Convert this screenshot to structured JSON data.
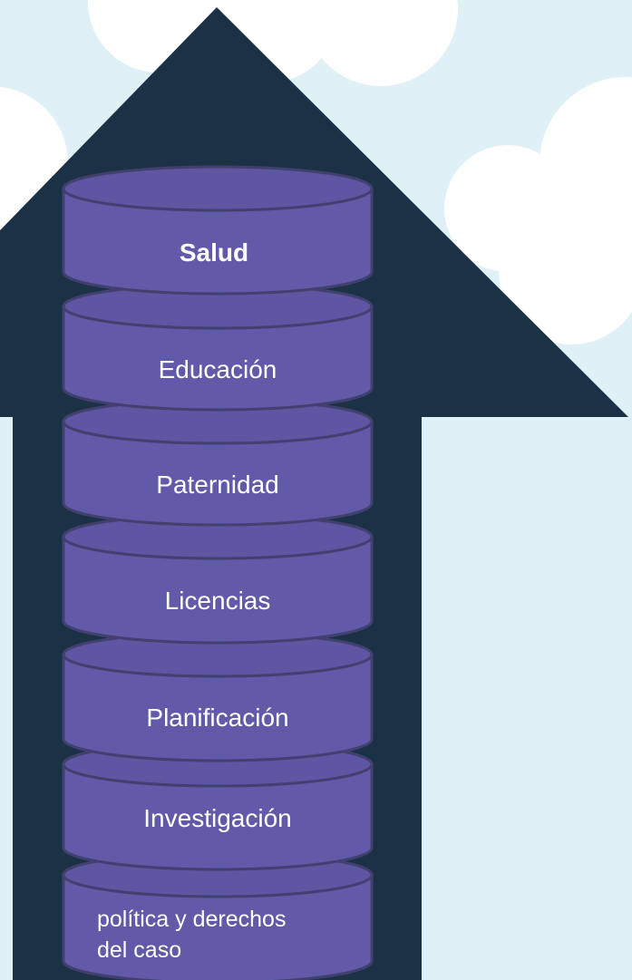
{
  "colors": {
    "background": "#dff0f7",
    "clouds": "#ffffff",
    "arrow": "#1b3246",
    "cylinder_fill": "#605aa8",
    "cylinder_top": "#5d57a3",
    "cylinder_stroke": "#41406f",
    "text": "#ffffff"
  },
  "diagram": {
    "shape": "upward arrow containing stacked cylinders",
    "stack": [
      {
        "label": "Salud",
        "bold": true
      },
      {
        "label": "Educación",
        "bold": false
      },
      {
        "label": "Paternidad",
        "bold": false
      },
      {
        "label": "Licencias",
        "bold": false
      },
      {
        "label": "Planificación",
        "bold": false
      },
      {
        "label": "Investigación",
        "bold": false
      },
      {
        "label_lines": [
          "política y derechos",
          "del caso"
        ],
        "bold": false
      }
    ]
  }
}
